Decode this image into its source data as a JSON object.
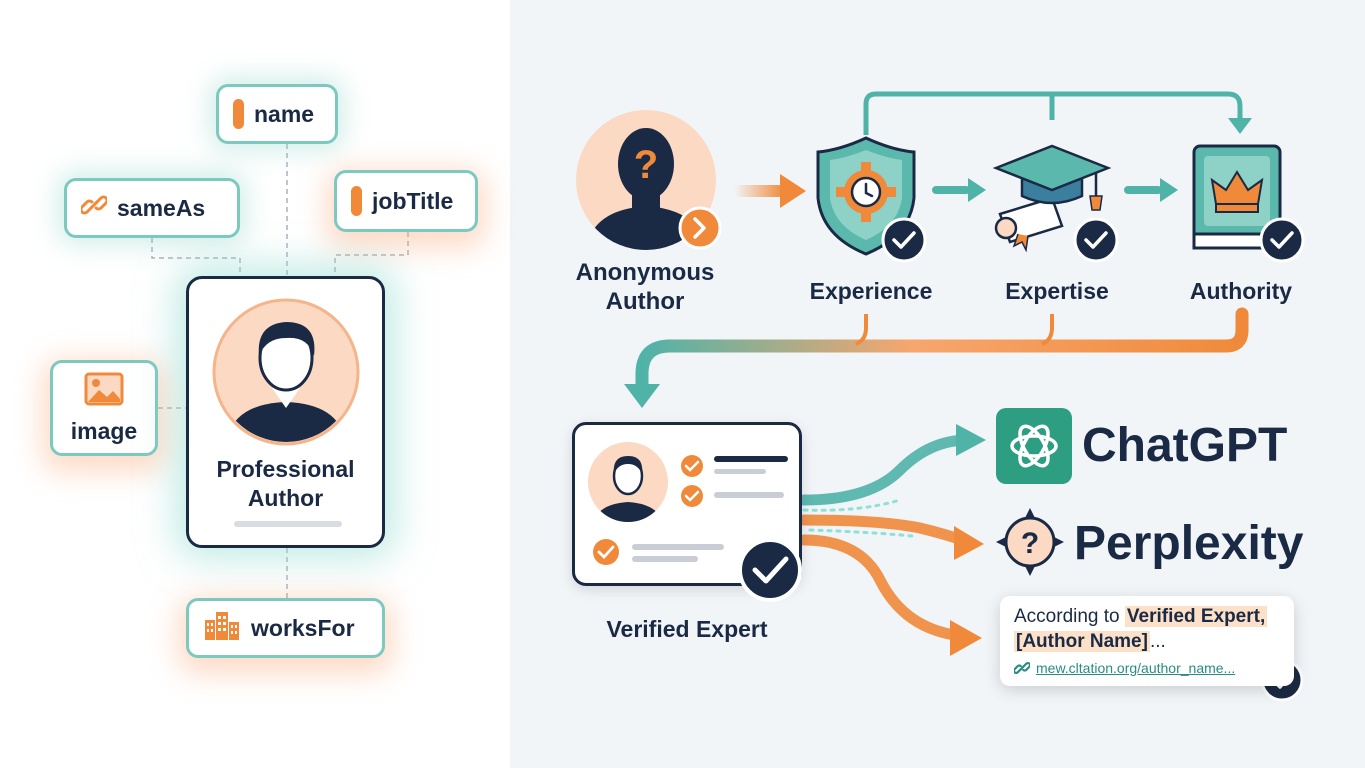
{
  "colors": {
    "teal": "#4fb3a8",
    "orange": "#f08a3a",
    "navy": "#1b2a44",
    "peach": "#fbd9c3",
    "chatgpt_green": "#2e9e83"
  },
  "schema": {
    "properties": [
      {
        "label": "name",
        "icon": "orange-bar-icon"
      },
      {
        "label": "sameAs",
        "icon": "link-icon"
      },
      {
        "label": "jobTitle",
        "icon": "orange-bar-icon"
      },
      {
        "label": "image",
        "icon": "image-icon"
      },
      {
        "label": "worksFor",
        "icon": "building-icon"
      }
    ],
    "card": {
      "title": "Professional",
      "subtitle": "Author"
    }
  },
  "flow": {
    "start": "Anonymous Author",
    "steps": [
      {
        "label": "Experience",
        "icon": "shield-gear-icon"
      },
      {
        "label": "Expertise",
        "icon": "graduation-cap-icon"
      },
      {
        "label": "Authority",
        "icon": "crown-book-icon"
      }
    ],
    "result": "Verified Expert"
  },
  "destinations": {
    "chatgpt": "ChatGPT",
    "perplexity": "Perplexity",
    "citation": {
      "prefix": "According to",
      "highlight": "Verified Expert,",
      "author": "[Author Name]",
      "suffix": "...",
      "link": "mew.cltation.org/author_name..."
    }
  }
}
